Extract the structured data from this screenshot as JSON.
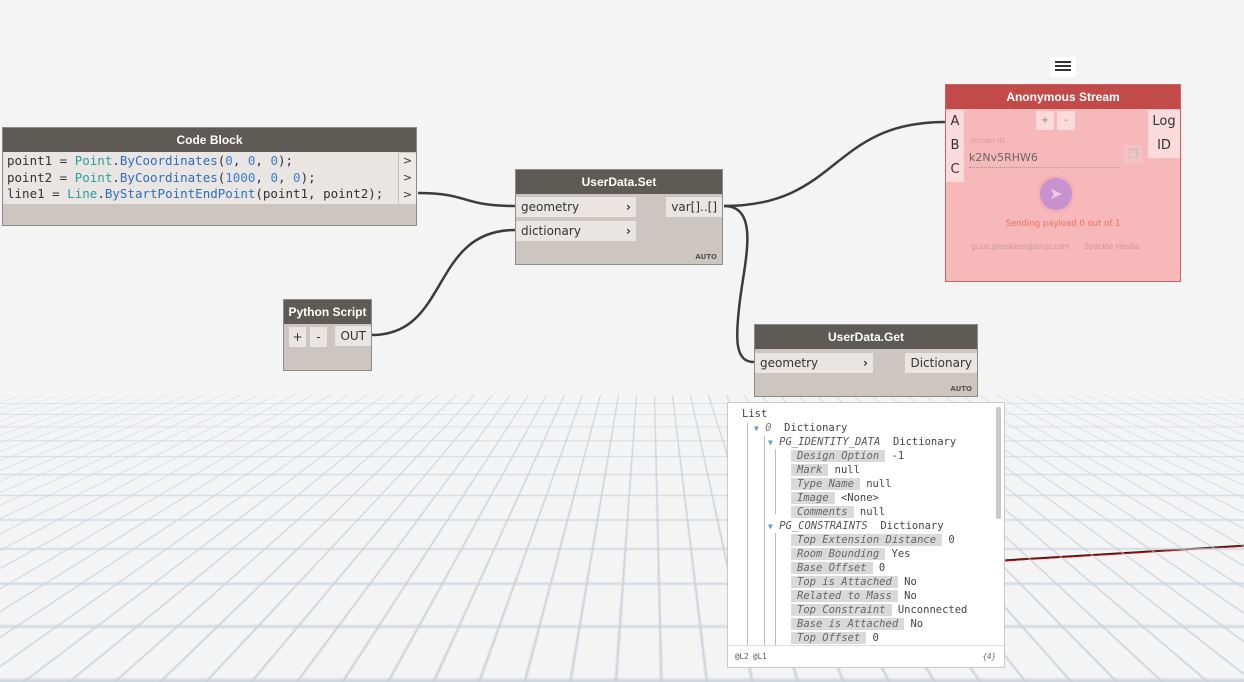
{
  "code_block": {
    "title": "Code Block",
    "lines": [
      [
        {
          "t": "point1 = ",
          "c": ""
        },
        {
          "t": "Point",
          "c": "cls"
        },
        {
          "t": ".",
          "c": ""
        },
        {
          "t": "ByCoordinates",
          "c": "met"
        },
        {
          "t": "(",
          "c": ""
        },
        {
          "t": "0",
          "c": "num"
        },
        {
          "t": ", ",
          "c": ""
        },
        {
          "t": "0",
          "c": "num"
        },
        {
          "t": ", ",
          "c": ""
        },
        {
          "t": "0",
          "c": "num"
        },
        {
          "t": ");",
          "c": ""
        }
      ],
      [
        {
          "t": "point2 = ",
          "c": ""
        },
        {
          "t": "Point",
          "c": "cls"
        },
        {
          "t": ".",
          "c": ""
        },
        {
          "t": "ByCoordinates",
          "c": "met"
        },
        {
          "t": "(",
          "c": ""
        },
        {
          "t": "1000",
          "c": "num"
        },
        {
          "t": ", ",
          "c": ""
        },
        {
          "t": "0",
          "c": "num"
        },
        {
          "t": ", ",
          "c": ""
        },
        {
          "t": "0",
          "c": "num"
        },
        {
          "t": ");",
          "c": ""
        }
      ],
      [
        {
          "t": "line1 = ",
          "c": ""
        },
        {
          "t": "Line",
          "c": "cls"
        },
        {
          "t": ".",
          "c": ""
        },
        {
          "t": "ByStartPointEndPoint",
          "c": "met"
        },
        {
          "t": "(point1, point2);",
          "c": ""
        }
      ]
    ],
    "output_port": ">"
  },
  "userdata_set": {
    "title": "UserData.Set",
    "inputs": [
      "geometry",
      "dictionary"
    ],
    "output": "var[]..[]",
    "lacing": "AUTO"
  },
  "python_script": {
    "title": "Python Script",
    "add": "+",
    "remove": "-",
    "output": "OUT"
  },
  "userdata_get": {
    "title": "UserData.Get",
    "input": "geometry",
    "output": "Dictionary",
    "lacing": "AUTO"
  },
  "stream": {
    "title": "Anonymous Stream",
    "inputs": [
      "A",
      "B",
      "C"
    ],
    "outputs": [
      "Log",
      "ID"
    ],
    "add": "+",
    "remove": "-",
    "stream_id_label": "Stream ID",
    "stream_id": "k2Nv5RHW6",
    "status": "Sending payload 0 out of 1",
    "user": "guus.gooskens@arup.com",
    "server": "Speckle Hestia",
    "colors": {
      "header": "#c24b4a",
      "body": "#f6b8b8",
      "status": "#f07060",
      "send": "#c792d0"
    }
  },
  "watch": {
    "root": "List",
    "index": "0",
    "root_type": "Dictionary",
    "groups": [
      {
        "name": "PG_IDENTITY_DATA",
        "type": "Dictionary",
        "items": [
          [
            "Design Option",
            "-1"
          ],
          [
            "Mark",
            "null"
          ],
          [
            "Type Name",
            "null"
          ],
          [
            "Image",
            "<None>"
          ],
          [
            "Comments",
            "null"
          ]
        ]
      },
      {
        "name": "PG_CONSTRAINTS",
        "type": "Dictionary",
        "items": [
          [
            "Top Extension Distance",
            "0"
          ],
          [
            "Room Bounding",
            "Yes"
          ],
          [
            "Base Offset",
            "0"
          ],
          [
            "Top is Attached",
            "No"
          ],
          [
            "Related to Mass",
            "No"
          ],
          [
            "Top Constraint",
            "Unconnected"
          ],
          [
            "Base is Attached",
            "No"
          ],
          [
            "Top Offset",
            "0"
          ]
        ]
      }
    ],
    "levels": "@L2 @L1",
    "count": "{4}"
  }
}
